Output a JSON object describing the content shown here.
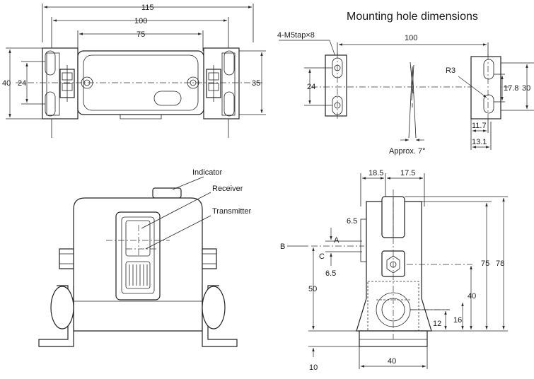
{
  "title": "Mounting hole dimensions",
  "top_view": {
    "dims": {
      "overall_width": "115",
      "hole_pitch": "100",
      "body_width": "75",
      "left_height": "40",
      "left_hole_pitch": "24",
      "right_height": "35"
    }
  },
  "mounting": {
    "tap_label": "4-M5tap×8",
    "pitch": "100",
    "vertical_pitch": "24",
    "radius": "R3",
    "slot": "17.8",
    "height": "30",
    "width1": "11.7",
    "width2": "13.1",
    "angle": "Approx. 7°"
  },
  "front_view": {
    "callouts": {
      "indicator": "Indicator",
      "receiver": "Receiver",
      "transmitter": "Transmitter"
    }
  },
  "side_view": {
    "dims": {
      "left_offset": "18.5",
      "right_offset": "17.5",
      "a_gap": "6.5",
      "c_gap": "6.5",
      "label_a": "A",
      "label_b": "B",
      "label_c": "C",
      "optical_height": "50",
      "base": "10",
      "base_width": "40",
      "height_75": "75",
      "height_78": "78",
      "h40": "40",
      "h16": "16",
      "h12": "12"
    }
  }
}
